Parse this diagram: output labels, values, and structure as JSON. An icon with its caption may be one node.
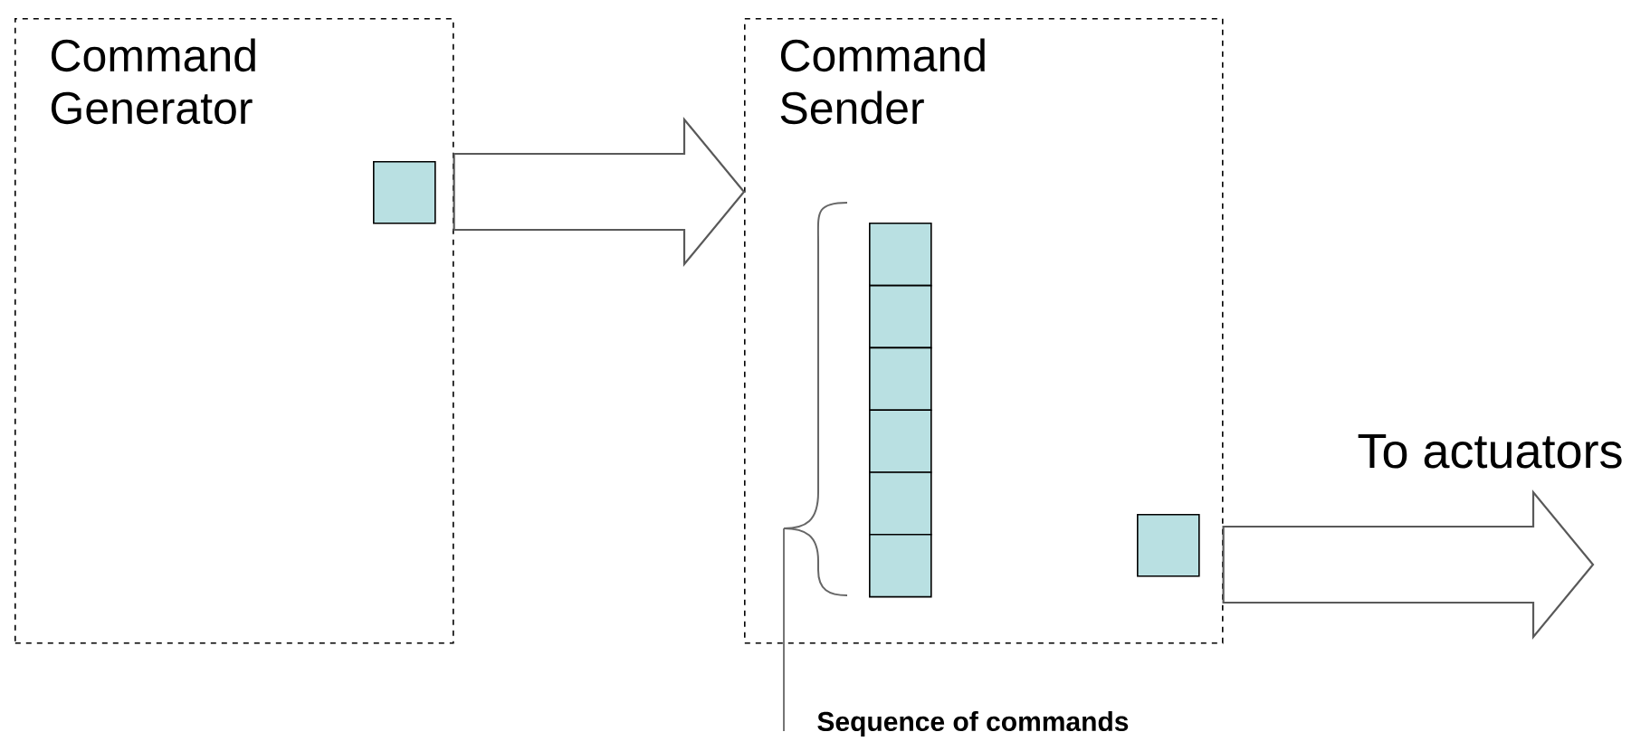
{
  "diagram": {
    "nodes": [
      {
        "text": [
          "Command Generator"
        ]
      },
      {
        "text": [],
        "shape": "box",
        "in": 0
      },
      {
        "text": [
          "Command Sender"
        ]
      },
      {
        "text": [],
        "shape": "brace",
        "in": 2
      },
      {
        "text": [],
        "shape": "box",
        "in": 2
      },
      {
        "text": [],
        "shape": "box",
        "in": 2
      },
      {
        "text": [],
        "shape": "box",
        "in": 2
      },
      {
        "text": [],
        "shape": "box",
        "in": 2
      },
      {
        "text": [],
        "shape": "box",
        "in": 2
      },
      {
        "text": [],
        "shape": "box",
        "in": 2
      },
      {
        "text": [],
        "shape": "box",
        "in": 2
      },
      {
        "text": [
          "Sequence of commands"
        ]
      }
    ],
    "edges": [
      {
        "from": 0,
        "to": 2,
        "arrow": "to",
        "style": "thick"
      },
      {
        "from": 2,
        "to": null,
        "arrow": "to",
        "style": "thick",
        "label": "To actuators"
      },
      {
        "from": 11,
        "to": 3,
        "arrow": "none"
      }
    ]
  }
}
